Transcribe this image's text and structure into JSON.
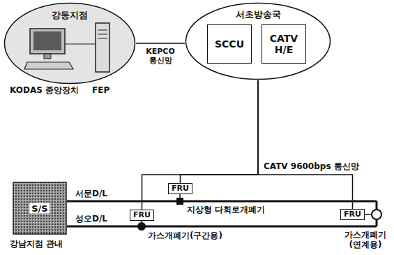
{
  "diagram": {
    "nodes": [
      {
        "text": [
          "강동지점"
        ]
      },
      {
        "text": [
          "서초방송국"
        ]
      },
      {
        "text": [
          "SCCU"
        ],
        "in": 1
      },
      {
        "text": [
          "CATV H/E"
        ],
        "in": 1
      },
      {
        "text": [
          "FRU"
        ]
      },
      {
        "text": [
          "FRU"
        ]
      },
      {
        "text": [
          "FRU"
        ]
      },
      {
        "text": [
          "S/S"
        ]
      }
    ],
    "edges": [
      {
        "from": 0,
        "to": 1,
        "arrow": "none",
        "label": "KEPCO 통신망"
      },
      {
        "from": 1,
        "to": 4,
        "arrow": "none"
      },
      {
        "from": 1,
        "to": 5,
        "arrow": "none"
      },
      {
        "from": 1,
        "to": 6,
        "arrow": "none"
      }
    ],
    "labels": [
      "KODAS 중앙장치",
      "FEP",
      "CATV 9600bps 통신망",
      "서문D/L",
      "성오D/L",
      "지상형 다회로개폐기",
      "가스개폐기(구간용)",
      "가스개폐기 (연계용)",
      "강남지점 관내"
    ]
  }
}
